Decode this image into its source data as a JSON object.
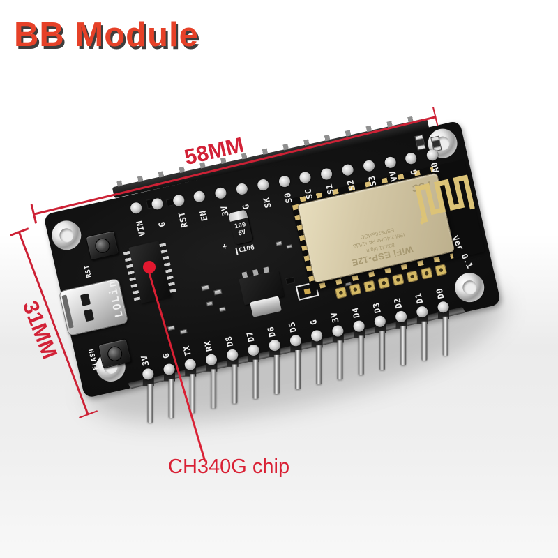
{
  "title": "BB Module",
  "annotations": {
    "width_label": "58MM",
    "height_label": "31MM",
    "chip_label": "CH340G chip"
  },
  "board": {
    "brand": "LOLin",
    "version": "Ver 0.1",
    "reset_label": "RST",
    "flash_label": "FLASH",
    "cap_line1": "100",
    "cap_line2": "6V",
    "cap_ref": "C106",
    "cap_plus": "+",
    "top_pins": [
      "VIN",
      "G",
      "RST",
      "EN",
      "3V",
      "G",
      "SK",
      "S0",
      "SC",
      "S1",
      "S2",
      "S3",
      "VV",
      "G",
      "A0"
    ],
    "bottom_pins": [
      "3V",
      "G",
      "TX",
      "RX",
      "D8",
      "D7",
      "D6",
      "D5",
      "G",
      "3V",
      "D4",
      "D3",
      "D2",
      "D1",
      "D0"
    ],
    "module": {
      "fcc_label": "FCC",
      "line1": "ESP8266MOD",
      "line2": "ISM 2.4GHz  PA +25dB",
      "line3": "802.11 b/g/n",
      "wifi_label": "WiFi ESP-12E"
    }
  },
  "colors": {
    "annotation_red": "#d22237",
    "title_red": "#e64128",
    "pcb_black": "#141414",
    "shield_gold": "#d4c8a6",
    "antenna_gold": "#dcc377"
  }
}
